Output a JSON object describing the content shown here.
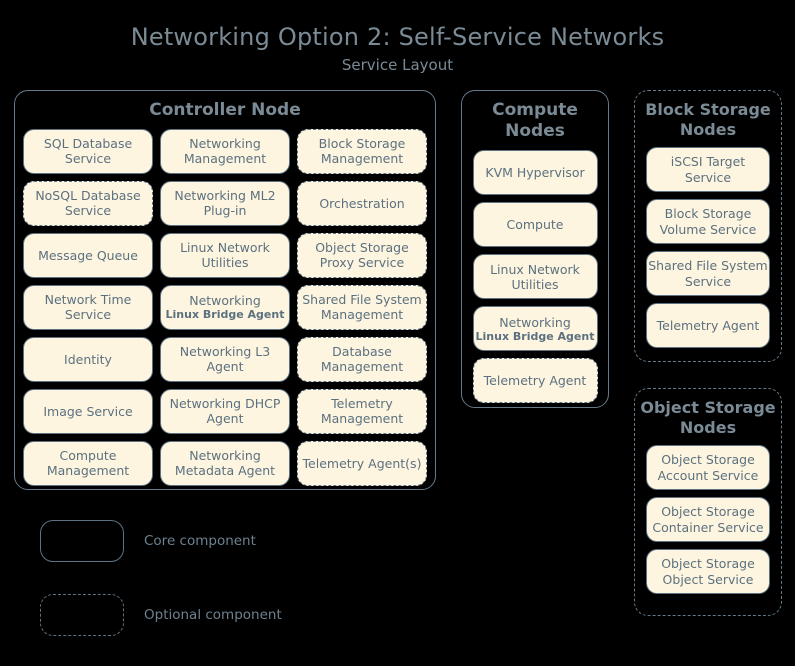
{
  "titles": {
    "main": "Networking Option 2: Self-Service Networks",
    "sub": "Service Layout"
  },
  "colors": {
    "background": "#000000",
    "box_fill": "#fdf5e0",
    "box_border": "#5d7282",
    "container_border": "#64798a",
    "text": "#5c717f",
    "title_text": "#7b8b96"
  },
  "nodes": {
    "controller": {
      "title": "Controller Node",
      "style": "solid",
      "columns": [
        {
          "items": [
            {
              "label": "SQL Database Service",
              "style": "solid"
            },
            {
              "label": "NoSQL Database Service",
              "style": "dashed"
            },
            {
              "label": "Message Queue",
              "style": "solid"
            },
            {
              "label": "Network Time Service",
              "style": "solid"
            },
            {
              "label": "Identity",
              "style": "solid"
            },
            {
              "label": "Image Service",
              "style": "solid"
            },
            {
              "label": "Compute Management",
              "style": "solid"
            }
          ]
        },
        {
          "items": [
            {
              "label": "Networking Management",
              "style": "solid"
            },
            {
              "label": "Networking ML2 Plug-in",
              "style": "solid"
            },
            {
              "label": "Linux Network Utilities",
              "style": "solid"
            },
            {
              "label": "Networking",
              "sub": "Linux Bridge Agent",
              "style": "solid"
            },
            {
              "label": "Networking L3 Agent",
              "style": "solid"
            },
            {
              "label": "Networking DHCP Agent",
              "style": "solid"
            },
            {
              "label": "Networking Metadata Agent",
              "style": "solid"
            }
          ]
        },
        {
          "items": [
            {
              "label": "Block Storage Management",
              "style": "dashed"
            },
            {
              "label": "Orchestration",
              "style": "dashed"
            },
            {
              "label": "Object Storage Proxy Service",
              "style": "dashed"
            },
            {
              "label": "Shared File System Management",
              "style": "dashed"
            },
            {
              "label": "Database Management",
              "style": "dashed"
            },
            {
              "label": "Telemetry Management",
              "style": "dashed"
            },
            {
              "label": "Telemetry Agent(s)",
              "style": "dashed"
            }
          ]
        }
      ]
    },
    "compute": {
      "title": "Compute Nodes",
      "style": "solid",
      "items": [
        {
          "label": "KVM Hypervisor",
          "style": "solid"
        },
        {
          "label": "Compute",
          "style": "solid"
        },
        {
          "label": "Linux Network Utilities",
          "style": "solid"
        },
        {
          "label": "Networking",
          "sub": "Linux Bridge Agent",
          "style": "solid"
        },
        {
          "label": "Telemetry Agent",
          "style": "dashed"
        }
      ]
    },
    "block_storage": {
      "title": "Block Storage Nodes",
      "style": "dashed",
      "items": [
        {
          "label": "iSCSI Target Service",
          "style": "solid"
        },
        {
          "label": "Block Storage Volume Service",
          "style": "solid"
        },
        {
          "label": "Shared File System Service",
          "style": "solid"
        },
        {
          "label": "Telemetry Agent",
          "style": "solid"
        }
      ]
    },
    "object_storage": {
      "title": "Object Storage Nodes",
      "style": "dashed",
      "items": [
        {
          "label": "Object Storage Account Service",
          "style": "solid"
        },
        {
          "label": "Object Storage Container Service",
          "style": "solid"
        },
        {
          "label": "Object Storage Object Service",
          "style": "solid"
        }
      ]
    }
  },
  "legend": {
    "items": [
      {
        "label": "Core component",
        "style": "solid"
      },
      {
        "label": "Optional component",
        "style": "dashed"
      }
    ]
  }
}
